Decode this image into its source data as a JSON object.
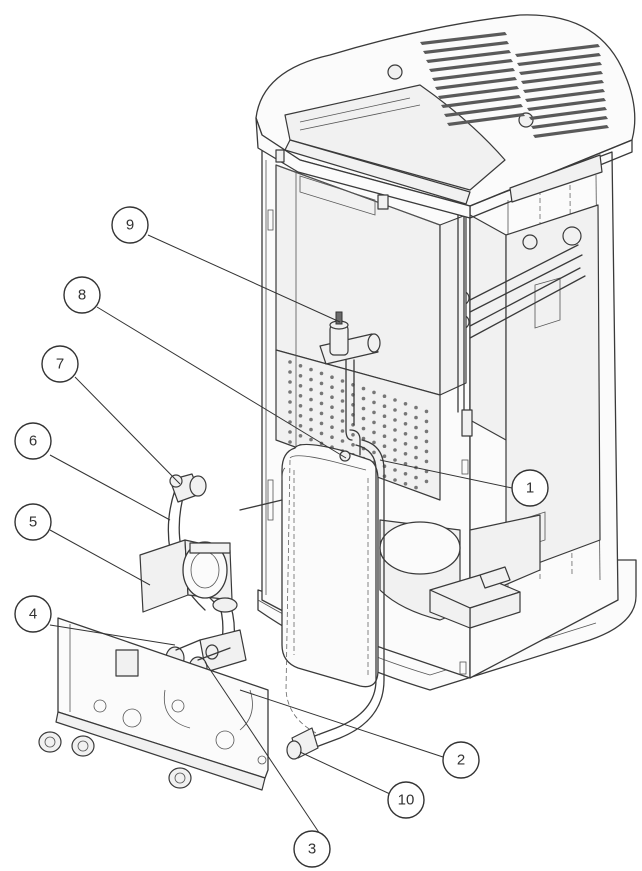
{
  "diagram": {
    "accent_color": "#333333",
    "callouts": [
      {
        "id": "1",
        "label": "1"
      },
      {
        "id": "2",
        "label": "2"
      },
      {
        "id": "3",
        "label": "3"
      },
      {
        "id": "4",
        "label": "4"
      },
      {
        "id": "5",
        "label": "5"
      },
      {
        "id": "6",
        "label": "6"
      },
      {
        "id": "7",
        "label": "7"
      },
      {
        "id": "8",
        "label": "8"
      },
      {
        "id": "9",
        "label": "9"
      },
      {
        "id": "10",
        "label": "10"
      }
    ]
  }
}
